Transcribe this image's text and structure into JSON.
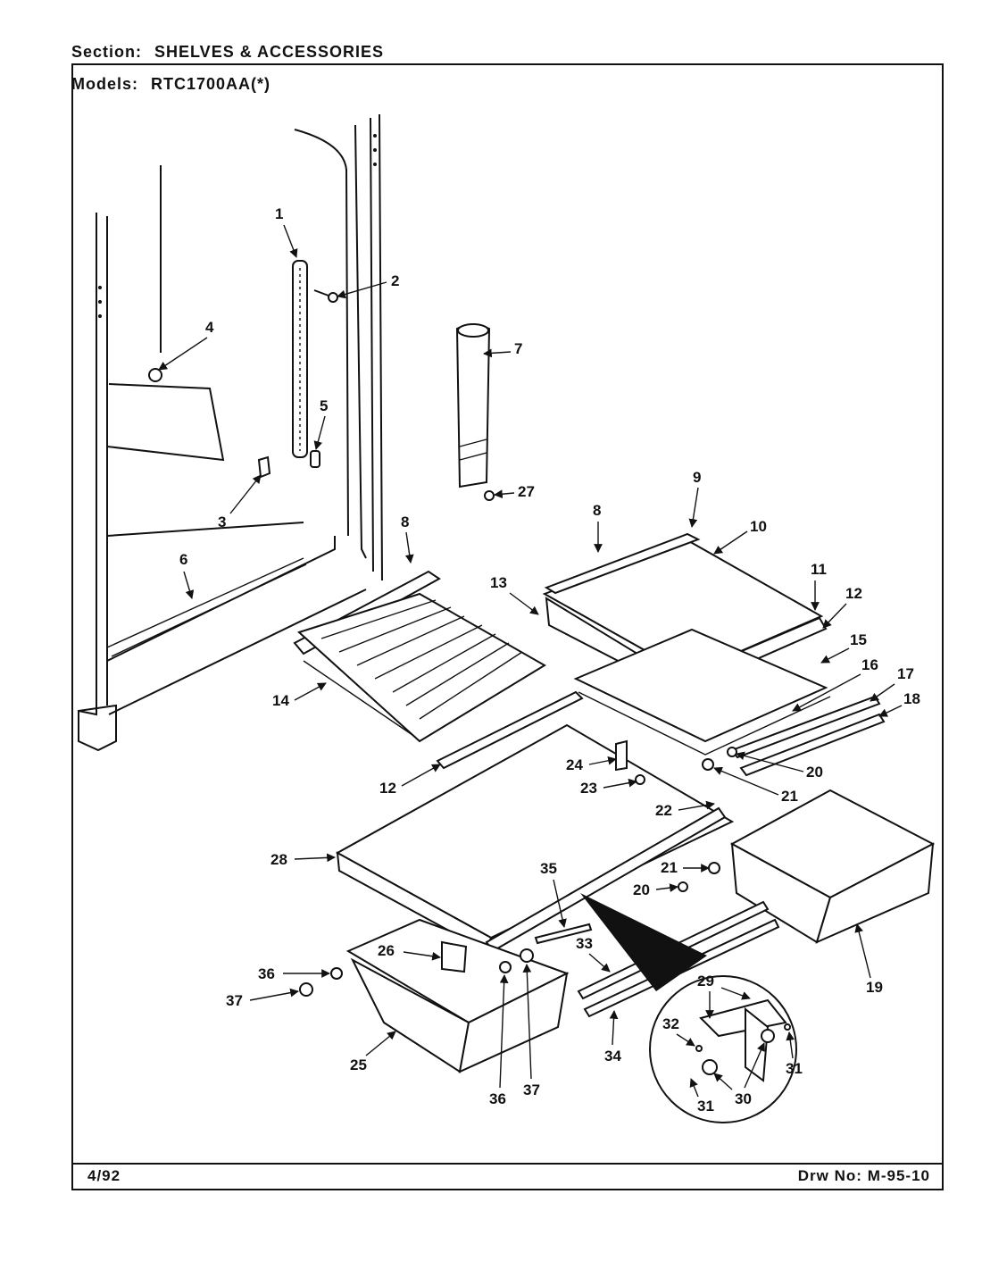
{
  "header": {
    "section_label": "Section:",
    "section_value": "SHELVES & ACCESSORIES",
    "models_label": "Models:",
    "models_value": "RTC1700AA(*)"
  },
  "footer": {
    "date": "4/92",
    "drawing_label": "Drw No:",
    "drawing_number": "M-95-10"
  },
  "callouts": [
    "1",
    "2",
    "3",
    "4",
    "5",
    "6",
    "7",
    "8",
    "9",
    "8",
    "10",
    "11",
    "12",
    "13",
    "15",
    "16",
    "17",
    "18",
    "14",
    "12",
    "24",
    "20",
    "23",
    "21",
    "22",
    "28",
    "21",
    "35",
    "20",
    "19",
    "26",
    "36",
    "33",
    "29",
    "37",
    "32",
    "31",
    "25",
    "36",
    "37",
    "34",
    "30",
    "31",
    "27"
  ]
}
